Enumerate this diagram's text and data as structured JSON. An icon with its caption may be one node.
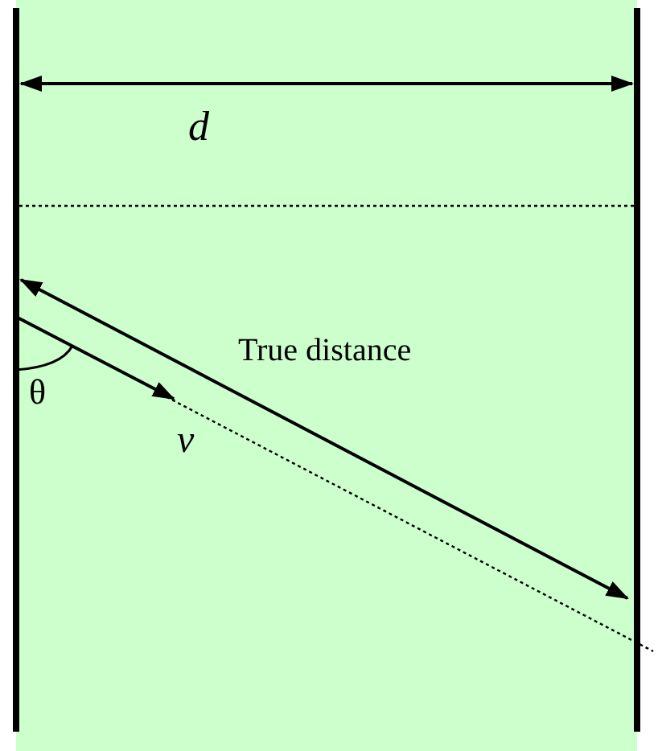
{
  "diagram": {
    "labels": [
      "d",
      "True distance",
      "θ",
      "v"
    ]
  }
}
